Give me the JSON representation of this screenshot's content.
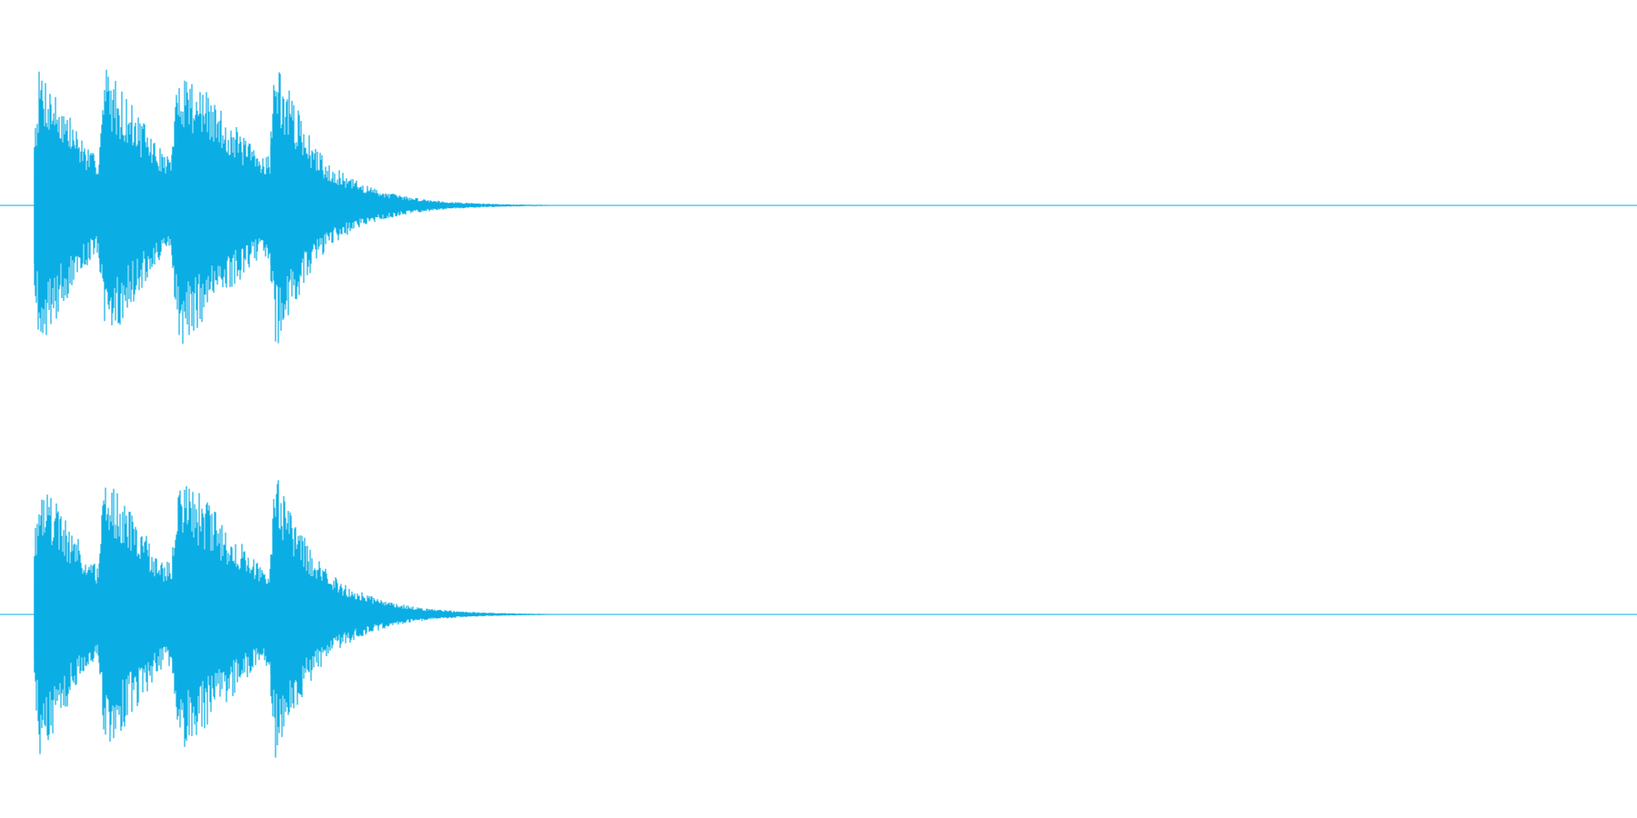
{
  "colors": {
    "background": "#ffffff",
    "waveform": "#0aaee4"
  },
  "waveform": {
    "channels": [
      {
        "channel": 1,
        "label": ""
      },
      {
        "channel": 2,
        "label": ""
      }
    ],
    "bursts": [
      {
        "amplitude": 0.95
      },
      {
        "amplitude": 0.95
      },
      {
        "amplitude": 0.96
      },
      {
        "amplitude": 0.98
      }
    ],
    "tail_decay_amplitude": 0.3
  }
}
